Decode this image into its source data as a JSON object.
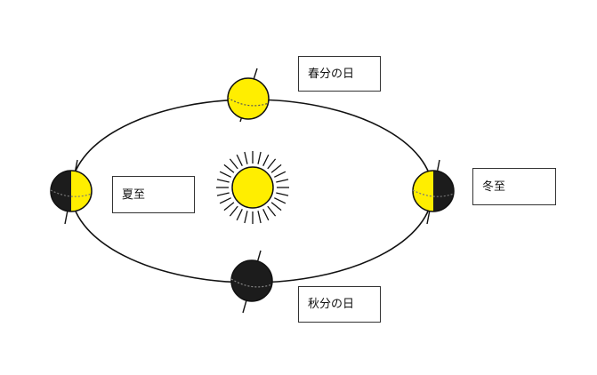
{
  "labels": {
    "spring_equinox": "春分の日",
    "summer_solstice": "夏至",
    "winter_solstice": "冬至",
    "autumn_equinox": "秋分の日"
  },
  "colors": {
    "sun": "#ffee00",
    "lit": "#ffee00",
    "dark": "#1c1c1c",
    "orbit": "#111111",
    "background": "#ffffff"
  },
  "icons": {
    "sun": "sun-icon",
    "earth": "earth-globe-icon"
  }
}
